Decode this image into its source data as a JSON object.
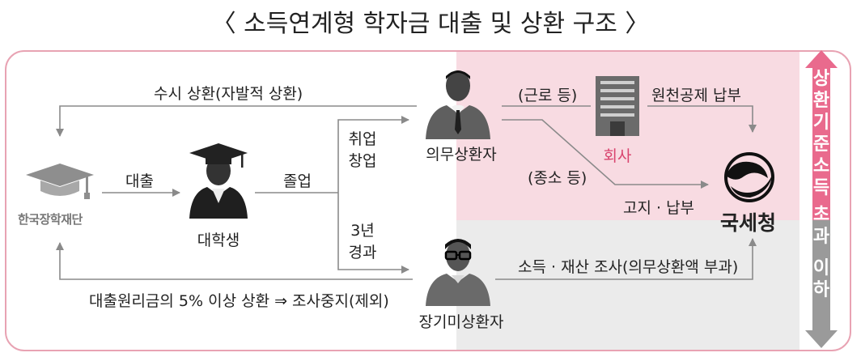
{
  "title": "〈 소득연계형 학자금 대출 및 상환 구조 〉",
  "nodes": {
    "kosaf": "한국장학재단",
    "student": "대학생",
    "obligated": "의무상환자",
    "longterm": "장기미상환자",
    "company": "회사",
    "nts": "국세청"
  },
  "edges": {
    "voluntary": "수시 상환(자발적 상환)",
    "loan": "대출",
    "graduation": "졸업",
    "employment_line1": "취업",
    "employment_line2": "창업",
    "three_years_line1": "3년",
    "three_years_line2": "경과",
    "labor": "(근로 등)",
    "withholding": "원천공제 납부",
    "selfemployed": "(종소 등)",
    "notice_payment": "고지 · 납부",
    "investigation": "소득 · 재산 조사(의무상환액 부과)",
    "suspension": "대출원리금의 5% 이상 상환 ⇒ 조사중지(제외)"
  },
  "threshold": {
    "above": "상환기준소득 초과",
    "below": "이하"
  },
  "colors": {
    "pink_zone": "#f8dbe2",
    "gray_zone": "#ebebeb",
    "frame": "#e8a3b3",
    "arrow_pink": "#e96a8d",
    "arrow_gray": "#9a9a9a",
    "company_label": "#d9446e"
  },
  "icons": {
    "kosaf_logo": "graduation-cap-logo-icon",
    "student": "graduate-person-icon",
    "obligated": "businessman-icon",
    "longterm": "person-with-glasses-icon",
    "company": "office-building-icon",
    "nts": "nts-emblem-icon"
  }
}
